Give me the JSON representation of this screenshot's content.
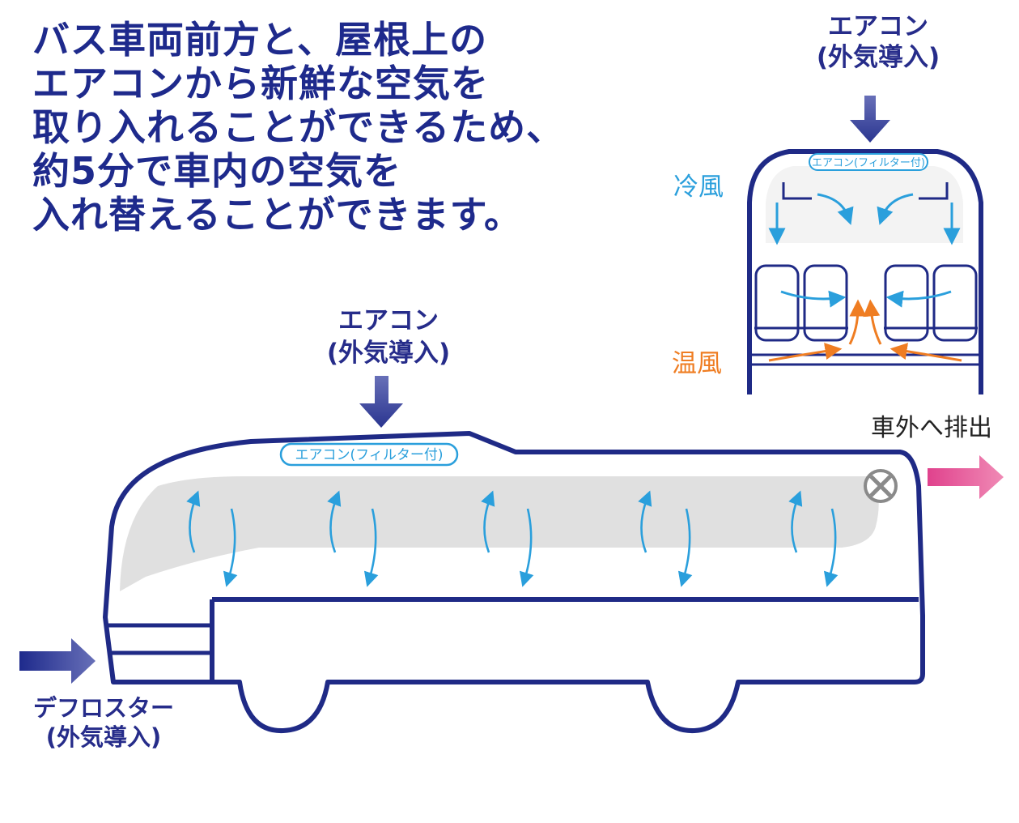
{
  "headline": {
    "lines": [
      "バス車両前方と、屋根上の",
      "エアコンから新鮮な空気を",
      "取り入れることができるため、",
      "約5分で車内の空気を",
      "入れ替えることができます。"
    ]
  },
  "labels": {
    "aircon_front_line1": "エアコン",
    "aircon_front_line2": "(外気導入)",
    "aircon_side_line1": "エアコン",
    "aircon_side_line2": "(外気導入)",
    "defroster_line1": "デフロスター",
    "defroster_line2": "(外気導入)",
    "exhaust": "車外へ排出",
    "cold_air": "冷風",
    "warm_air": "温風",
    "filter_unit_front": "エアコン(フィルター付)",
    "filter_unit_side": "エアコン(フィルター付)"
  },
  "colors": {
    "navy": "#1e2a8c",
    "bus_outline": "#1f2a86",
    "intake_arrow": "#3f4aa3",
    "cold_air": "#2a9fdc",
    "warm_air": "#ef7d22",
    "exhaust_arrow": "#e0428d",
    "duct_gray": "#e0e0e0"
  },
  "icons": {
    "exhaust_fan": "fan-icon"
  }
}
